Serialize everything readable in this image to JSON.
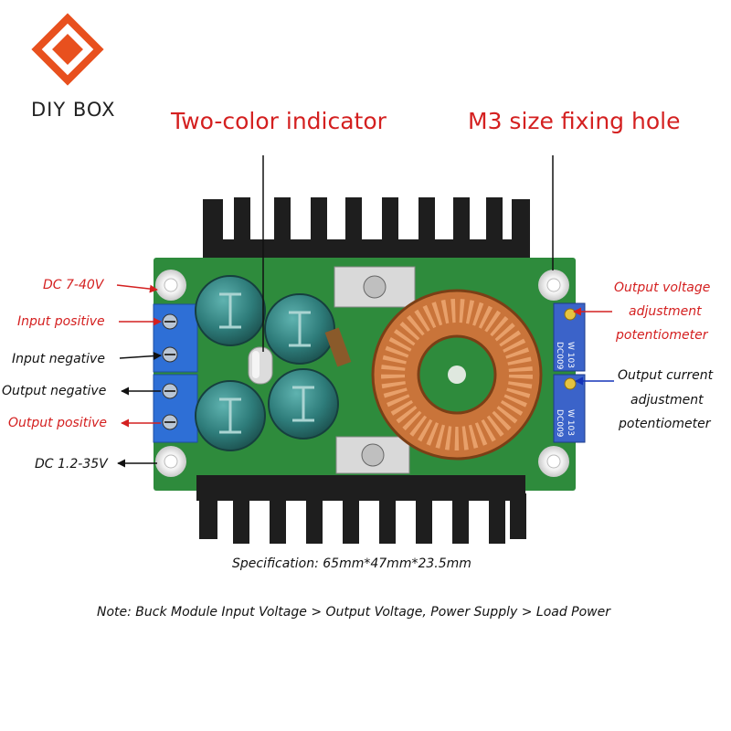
{
  "brand": {
    "name": "DIY BOX",
    "accent": "#E8501E"
  },
  "top_labels": {
    "indicator": "Two-color indicator",
    "fixing_hole": "M3 size fixing hole"
  },
  "left_labels": {
    "dc_in": "DC 7-40V",
    "input_positive": "Input positive",
    "input_negative": "Input negative",
    "output_negative": "Output negative",
    "output_positive": "Output positive",
    "dc_out": "DC 1.2-35V"
  },
  "right_labels": {
    "voltage_pot": [
      "Output voltage",
      "adjustment",
      "potentiometer"
    ],
    "current_pot": [
      "Output current",
      "adjustment",
      "potentiometer"
    ]
  },
  "pot_marking": {
    "line1": "W 103",
    "line2": "DC009"
  },
  "specification": "Specification: 65mm*47mm*23.5mm",
  "note": "Note: Buck Module Input Voltage > Output Voltage, Power Supply > Load Power",
  "colors": {
    "red_label": "#D42020",
    "black_label": "#111111",
    "blue_arrow": "#1533B8",
    "pcb": "#2E8B3C",
    "heatsink": "#1E1E1E",
    "terminal": "#2E6FD6",
    "capacitor": "#2E7C7A",
    "copper": "#C9743A"
  }
}
